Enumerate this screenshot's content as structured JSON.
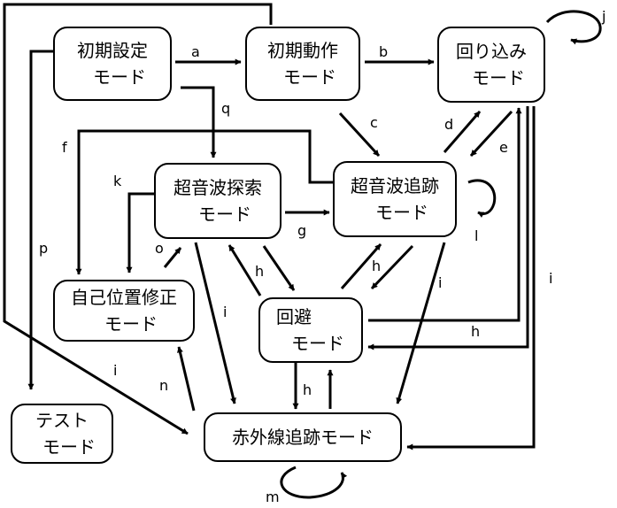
{
  "nodes": {
    "init_setting": {
      "line1": "初期設定",
      "line2": "モード"
    },
    "init_action": {
      "line1": "初期動作",
      "line2": "モード"
    },
    "turn_around": {
      "line1": "回り込み",
      "line2": "モード"
    },
    "ultra_search": {
      "line1": "超音波探索",
      "line2": "モード"
    },
    "ultra_track": {
      "line1": "超音波追跡",
      "line2": "モード"
    },
    "self_pos": {
      "line1": "自己位置修正",
      "line2": "モード"
    },
    "avoid": {
      "line1": "回避",
      "line2": "モード"
    },
    "test": {
      "line1": "テスト",
      "line2": "モード"
    },
    "ir_track": {
      "line1": "赤外線追跡モード"
    }
  },
  "edge_labels": {
    "a": "a",
    "b": "b",
    "c": "c",
    "d": "d",
    "e": "e",
    "f": "f",
    "g": "g",
    "h1": "h",
    "h2": "h",
    "h3": "h",
    "h4": "h",
    "i1": "i",
    "i2": "i",
    "i3": "i",
    "i4": "i",
    "j": "j",
    "k": "k",
    "l": "l",
    "m": "m",
    "n": "n",
    "o": "o",
    "p": "p",
    "q": "q"
  }
}
